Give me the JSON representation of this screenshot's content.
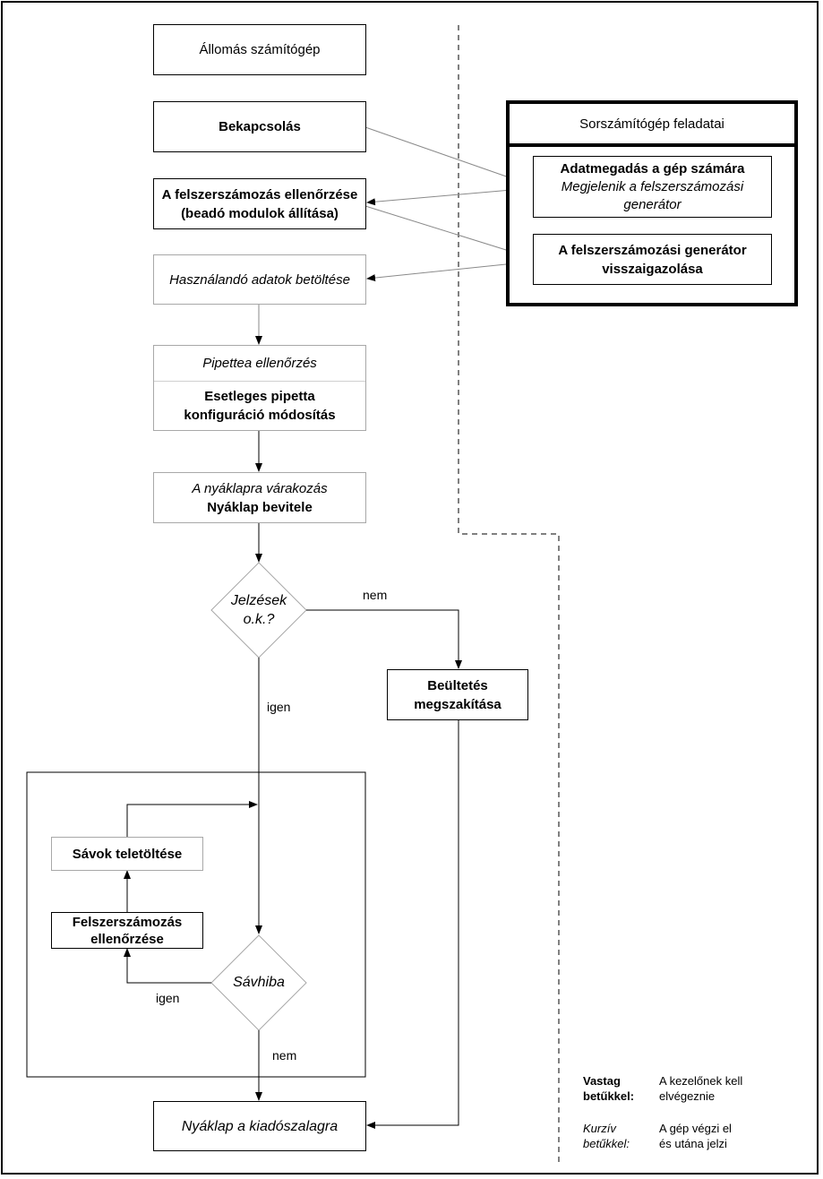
{
  "station": {
    "title": "Állomás számítógép",
    "power_on": "Bekapcsolás",
    "tool_check_line1": "A felszerszámozás ellenőrzése",
    "tool_check_line2": "(beadó modulok állítása)",
    "load_data": "Használandó adatok betöltése",
    "pipette_check": "Pipettea ellenőrzés",
    "pipette_mod_line1": "Esetleges pipetta",
    "pipette_mod_line2": "konfiguráció módosítás",
    "wait_pcb": "A nyáklapra várakozás",
    "pcb_in": "Nyáklap bevitele",
    "signals_ok_line1": "Jelzések",
    "signals_ok_line2": "o.k.?",
    "no_label": "nem",
    "yes_label": "igen",
    "abort_line1": "Beültetés",
    "abort_line2": "megszakítása",
    "fill_tracks": "Sávok teletöltése",
    "tool_check2_line1": "Felszerszámozás",
    "tool_check2_line2": "ellenőrzése",
    "track_error": "Sávhiba",
    "yes_label2": "igen",
    "no_label2": "nem",
    "pcb_out": "Nyáklap a kiadószalagra"
  },
  "sequencer": {
    "title": "Sorszámítógép feladatai",
    "data_entry_bold": "Adatmegadás a gép számára",
    "data_entry_it1": "Megjelenik a felszerszámozási",
    "data_entry_it2": "generátor",
    "confirm_line1": "A felszerszámozási generátor",
    "confirm_line2": "visszaigazolása"
  },
  "legend": {
    "bold_key1": "Vastag",
    "bold_key2": "betűkkel:",
    "bold_desc1": "A kezelőnek kell",
    "bold_desc2": "elvégeznie",
    "italic_key1": "Kurzív",
    "italic_key2": "betűkkel:",
    "italic_desc1": "A gép végzi el",
    "italic_desc2": "és utána jelzi"
  }
}
